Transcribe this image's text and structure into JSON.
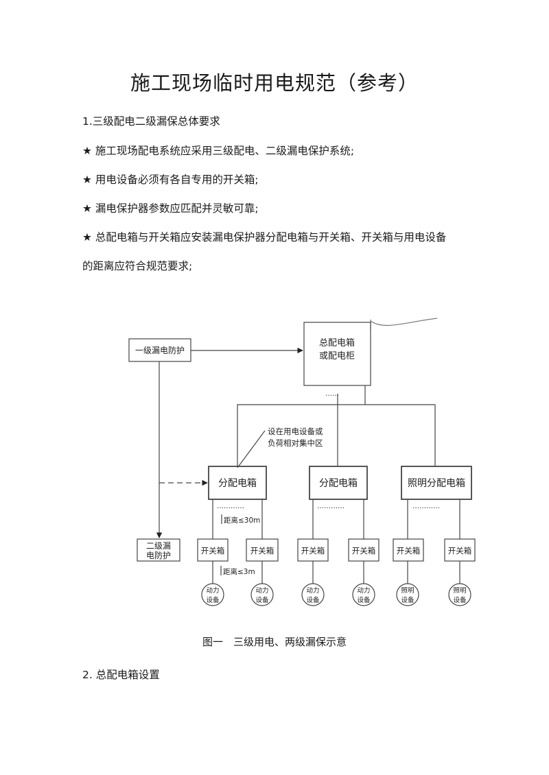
{
  "title": "施工现场临时用电规范（参考）",
  "section1": {
    "heading": "1.三级配电二级漏保总体要求",
    "items": [
      "★ 施工现场配电系统应采用三级配电、二级漏电保护系统;",
      "★ 用电设备必须有各自专用的开关箱;",
      "★ 漏电保护器参数应匹配并灵敏可靠;",
      "★ 总配电箱与开关箱应安装漏电保护器分配电箱与开关箱、开关箱与用电设备",
      "的距离应符合规范要求;"
    ]
  },
  "diagram": {
    "main_box": [
      "总配电箱",
      "或配电柜"
    ],
    "level1": "一级漏电防护",
    "level2": [
      "二级漏",
      "电防护"
    ],
    "note": [
      "设在用电设备或",
      "负荷相对集中区"
    ],
    "dist_boxes": [
      "分配电箱",
      "分配电箱",
      "照明分配电箱"
    ],
    "switch_box": "开关箱",
    "dist1": "距离≤30m",
    "dist2": "距离≤3m",
    "devices": [
      [
        "动力",
        "设备"
      ],
      [
        "动力",
        "设备"
      ],
      [
        "动力",
        "设备"
      ],
      [
        "动力",
        "设备"
      ],
      [
        "照明",
        "设备"
      ],
      [
        "照明",
        "设备"
      ]
    ],
    "dots": "……",
    "dots2": "…………"
  },
  "caption": "图一　三级用电、两级漏保示意",
  "section2": {
    "heading": "2.  总配电箱设置"
  }
}
